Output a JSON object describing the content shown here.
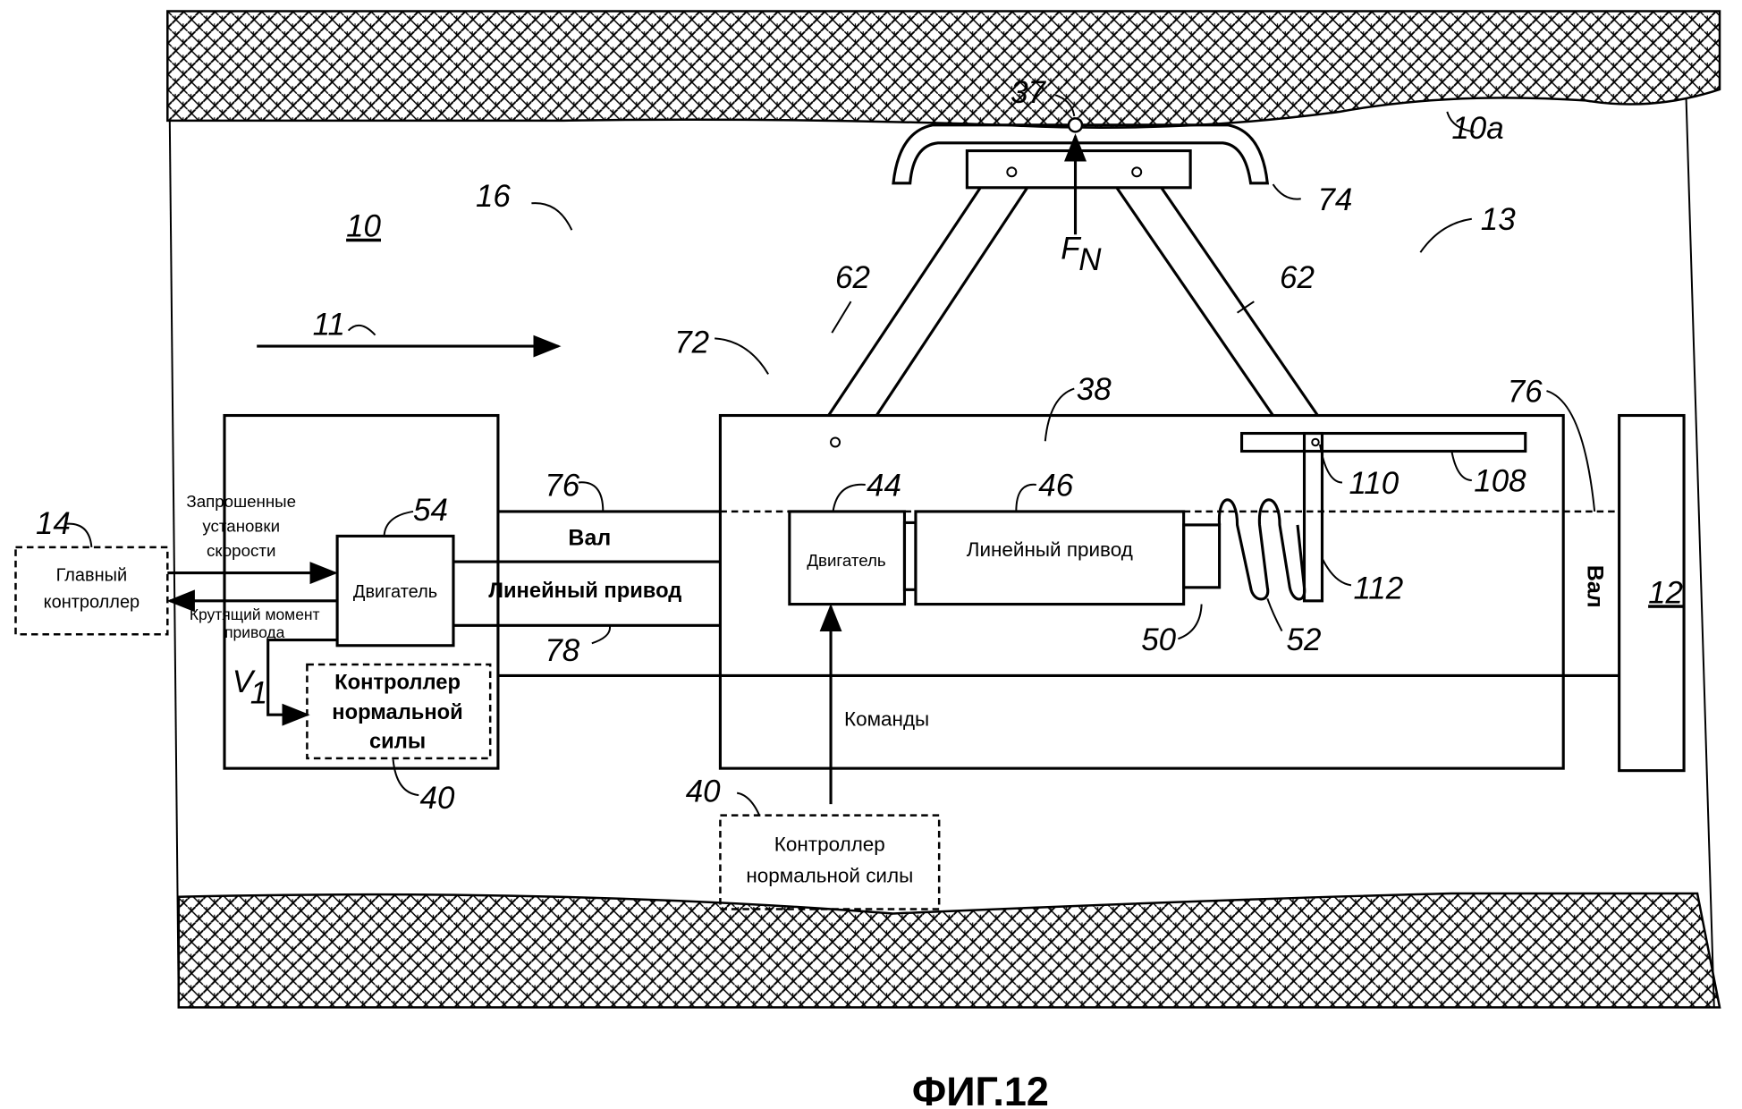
{
  "figure": {
    "caption": "ФИГ.12",
    "refs": {
      "r37": "37",
      "r10a": "10a",
      "r74": "74",
      "r13": "13",
      "r16": "16",
      "r10": "10",
      "r11": "11",
      "r62a": "62",
      "r62b": "62",
      "r72": "72",
      "r38": "38",
      "r76a": "76",
      "r76b": "76",
      "r110": "110",
      "r108": "108",
      "r44": "44",
      "r46": "46",
      "r54": "54",
      "r14": "14",
      "r112": "112",
      "r78": "78",
      "r50": "50",
      "r52": "52",
      "r12": "12",
      "r40a": "40",
      "r40b": "40",
      "fn": "F",
      "fn_sub": "N",
      "v1": "V",
      "v1_sub": "1"
    },
    "labels": {
      "main_controller_1": "Главный",
      "main_controller_2": "контроллер",
      "requested_1": "Запрошенные",
      "requested_2": "установки",
      "requested_3": "скорости",
      "torque_1": "Крутящий момент",
      "torque_2": "привода",
      "motor_left": "Двигатель",
      "motor_right": "Двигатель",
      "shaft_left": "Вал",
      "shaft_right": "Вал",
      "linear_left": "Линейный привод",
      "linear_right": "Линейный привод",
      "nfc_left_1": "Контроллер",
      "nfc_left_2": "нормальной",
      "nfc_left_3": "силы",
      "commands": "Команды",
      "nfc_bottom_1": "Контроллер",
      "nfc_bottom_2": "нормальной силы"
    }
  }
}
